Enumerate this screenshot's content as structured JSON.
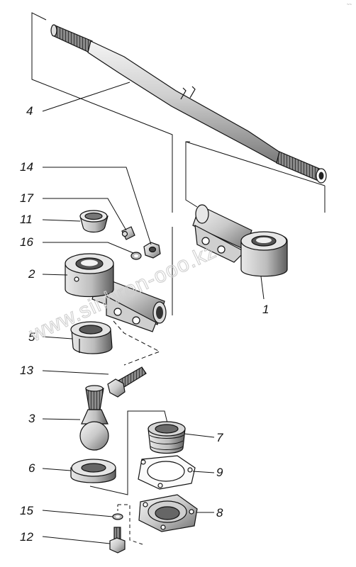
{
  "watermark": "www.sinhron-ooo.kz",
  "corner_mark": "~~",
  "callouts": [
    {
      "id": "4",
      "text": "4"
    },
    {
      "id": "14",
      "text": "14"
    },
    {
      "id": "17",
      "text": "17"
    },
    {
      "id": "11",
      "text": "11"
    },
    {
      "id": "16",
      "text": "16"
    },
    {
      "id": "2",
      "text": "2"
    },
    {
      "id": "1",
      "text": "1"
    },
    {
      "id": "5",
      "text": "5"
    },
    {
      "id": "13",
      "text": "13"
    },
    {
      "id": "3",
      "text": "3"
    },
    {
      "id": "7",
      "text": "7"
    },
    {
      "id": "6",
      "text": "6"
    },
    {
      "id": "9",
      "text": "9"
    },
    {
      "id": "15",
      "text": "15"
    },
    {
      "id": "8",
      "text": "8"
    },
    {
      "id": "12",
      "text": "12"
    }
  ]
}
